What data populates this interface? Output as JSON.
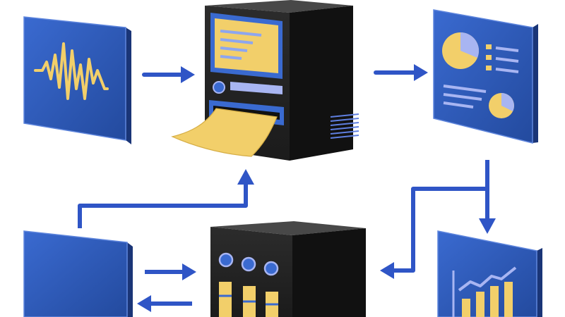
{
  "colors": {
    "panel_front": "#2d58b8",
    "panel_side": "#1a3577",
    "panel_edge": "#5f86dd",
    "server_front": "#242424",
    "server_side": "#111111",
    "server_top": "#484848",
    "accent_yellow": "#f2cf6a",
    "accent_lavender": "#a8b5f2",
    "arrow": "#2f55c6",
    "arrow_dark": "#1d3a8f",
    "background": "#ffffff"
  },
  "nodes": [
    {
      "id": "signal-source-panel",
      "icon": "waveform-icon"
    },
    {
      "id": "processing-server",
      "icon": "monitor-printer-icon"
    },
    {
      "id": "report-panel",
      "icon": "pie-chart-checklist-icon"
    },
    {
      "id": "client-panel",
      "icon": "blank-panel-icon"
    },
    {
      "id": "database-server",
      "icon": "database-bars-icon"
    },
    {
      "id": "analytics-panel",
      "icon": "rising-bar-chart-icon"
    }
  ],
  "connections": [
    {
      "from": "signal-source-panel",
      "to": "processing-server"
    },
    {
      "from": "processing-server",
      "to": "report-panel"
    },
    {
      "from": "report-panel",
      "to": "analytics-panel"
    },
    {
      "from": "report-panel",
      "to": "database-server"
    },
    {
      "from": "client-panel",
      "to": "processing-server"
    },
    {
      "from": "client-panel",
      "to": "database-server"
    },
    {
      "from": "database-server",
      "to": "client-panel"
    }
  ]
}
